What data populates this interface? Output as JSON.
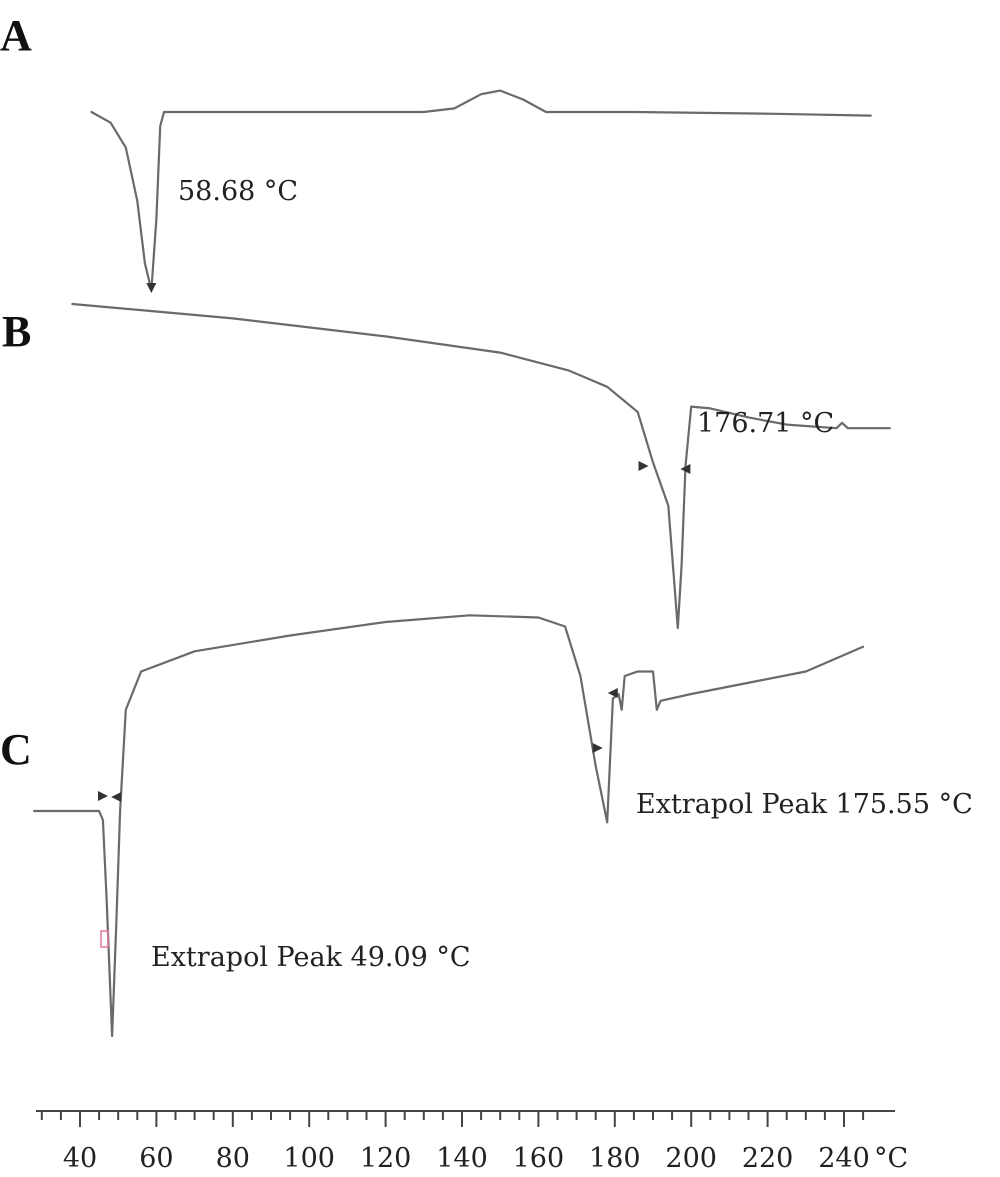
{
  "chart_data": [
    {
      "type": "line",
      "panel": "A",
      "peak_label": "58.68 °C",
      "points": [
        [
          43,
          1.0
        ],
        [
          48,
          0.94
        ],
        [
          52,
          0.8
        ],
        [
          55,
          0.5
        ],
        [
          57,
          0.15
        ],
        [
          58.68,
          0.0
        ],
        [
          60,
          0.4
        ],
        [
          61,
          0.92
        ],
        [
          62,
          1.0
        ],
        [
          100,
          1.0
        ],
        [
          130,
          1.0
        ],
        [
          138,
          1.02
        ],
        [
          145,
          1.1
        ],
        [
          150,
          1.12
        ],
        [
          156,
          1.07
        ],
        [
          162,
          1.0
        ],
        [
          185,
          1.0
        ],
        [
          222,
          0.99
        ],
        [
          247,
          0.98
        ]
      ]
    },
    {
      "type": "line",
      "panel": "B",
      "peak_label": "176.71 °C",
      "points": [
        [
          38,
          1.0
        ],
        [
          80,
          0.92
        ],
        [
          120,
          0.82
        ],
        [
          150,
          0.73
        ],
        [
          168,
          0.63
        ],
        [
          178,
          0.54
        ],
        [
          186,
          0.4
        ],
        [
          190,
          0.12
        ],
        [
          194,
          -0.12
        ],
        [
          196.5,
          -0.8
        ],
        [
          197.5,
          -0.45
        ],
        [
          198.5,
          0.1
        ],
        [
          200,
          0.43
        ],
        [
          205,
          0.42
        ],
        [
          215,
          0.37
        ],
        [
          225,
          0.33
        ],
        [
          238,
          0.31
        ],
        [
          239.5,
          0.34
        ],
        [
          241,
          0.31
        ],
        [
          252,
          0.31
        ]
      ]
    },
    {
      "type": "line",
      "panel": "C",
      "peak_labels": [
        "Extrapol Peak 175.55 °C",
        "Extrapol Peak 49.09 °C"
      ],
      "points": [
        [
          28,
          1.0
        ],
        [
          45,
          1.0
        ],
        [
          46,
          0.96
        ],
        [
          47,
          0.6
        ],
        [
          48.4,
          0.0
        ],
        [
          49.5,
          0.5
        ],
        [
          50.5,
          1.0
        ],
        [
          52,
          1.45
        ],
        [
          56,
          1.62
        ],
        [
          70,
          1.71
        ],
        [
          95,
          1.78
        ],
        [
          120,
          1.84
        ],
        [
          142,
          1.87
        ],
        [
          160,
          1.86
        ],
        [
          167,
          1.82
        ],
        [
          171,
          1.6
        ],
        [
          175,
          1.2
        ],
        [
          178,
          0.95
        ],
        [
          179.5,
          1.5
        ],
        [
          181,
          1.52
        ],
        [
          181.8,
          1.45
        ],
        [
          182.6,
          1.6
        ],
        [
          186,
          1.62
        ],
        [
          190,
          1.62
        ],
        [
          191,
          1.45
        ],
        [
          192,
          1.49
        ],
        [
          200,
          1.52
        ],
        [
          218,
          1.58
        ],
        [
          230,
          1.62
        ],
        [
          245,
          1.73
        ]
      ]
    }
  ],
  "x_axis": {
    "ticks": [
      "40",
      "60",
      "80",
      "100",
      "120",
      "140",
      "160",
      "180",
      "200",
      "220",
      "240"
    ],
    "unit": "°C",
    "xlim": [
      25,
      248
    ]
  }
}
